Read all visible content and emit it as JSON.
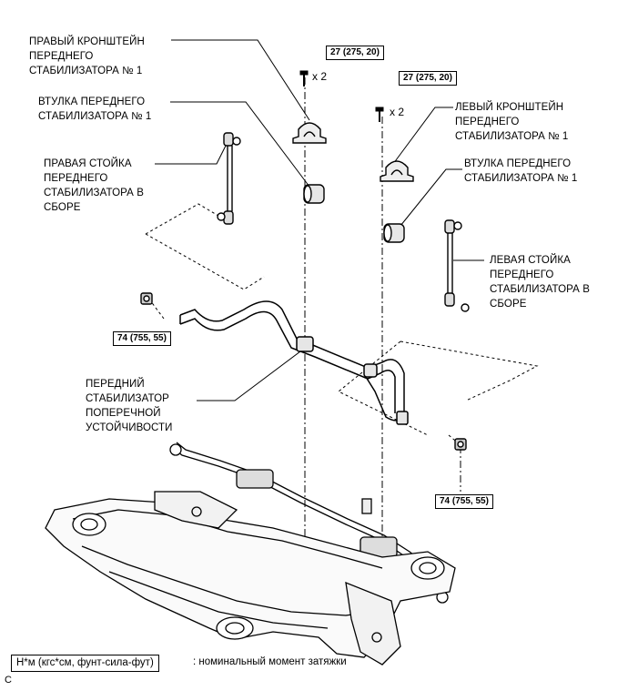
{
  "labels": {
    "right_bracket": "ПРАВЫЙ КРОНШТЕЙН\nПЕРЕДНЕГО\nСТАБИЛИЗАТОРА № 1",
    "bushing_right": "ВТУЛКА ПЕРЕДНЕГО\nСТАБИЛИЗАТОРА № 1",
    "right_link": "ПРАВАЯ СТОЙКА\nПЕРЕДНЕГО\nСТАБИЛИЗАТОРА В\nСБОРЕ",
    "left_bracket": "ЛЕВЫЙ КРОНШТЕЙН\nПЕРЕДНЕГО\nСТАБИЛИЗАТОРА № 1",
    "bushing_left": "ВТУЛКА ПЕРЕДНЕГО\nСТАБИЛИЗАТОРА № 1",
    "left_link": "ЛЕВАЯ СТОЙКА\nПЕРЕДНЕГО\nСТАБИЛИЗАТОРА В\nСБОРЕ",
    "stabilizer_bar": "ПЕРЕДНИЙ\nСТАБИЛИЗАТОР\nПОПЕРЕЧНОЙ\nУСТОЙЧИВОСТИ"
  },
  "torques": {
    "bolt_right": "27 (275, 20)",
    "bolt_left": "27 (275, 20)",
    "nut_right": "74 (755, 55)",
    "nut_left": "74 (755, 55)"
  },
  "quantities": {
    "right": "x 2",
    "left": "x 2"
  },
  "legend": {
    "box": "Н*м (кгс*см, фунт-сила-фут)",
    "text": ": номинальный момент затяжки"
  },
  "code": "C"
}
